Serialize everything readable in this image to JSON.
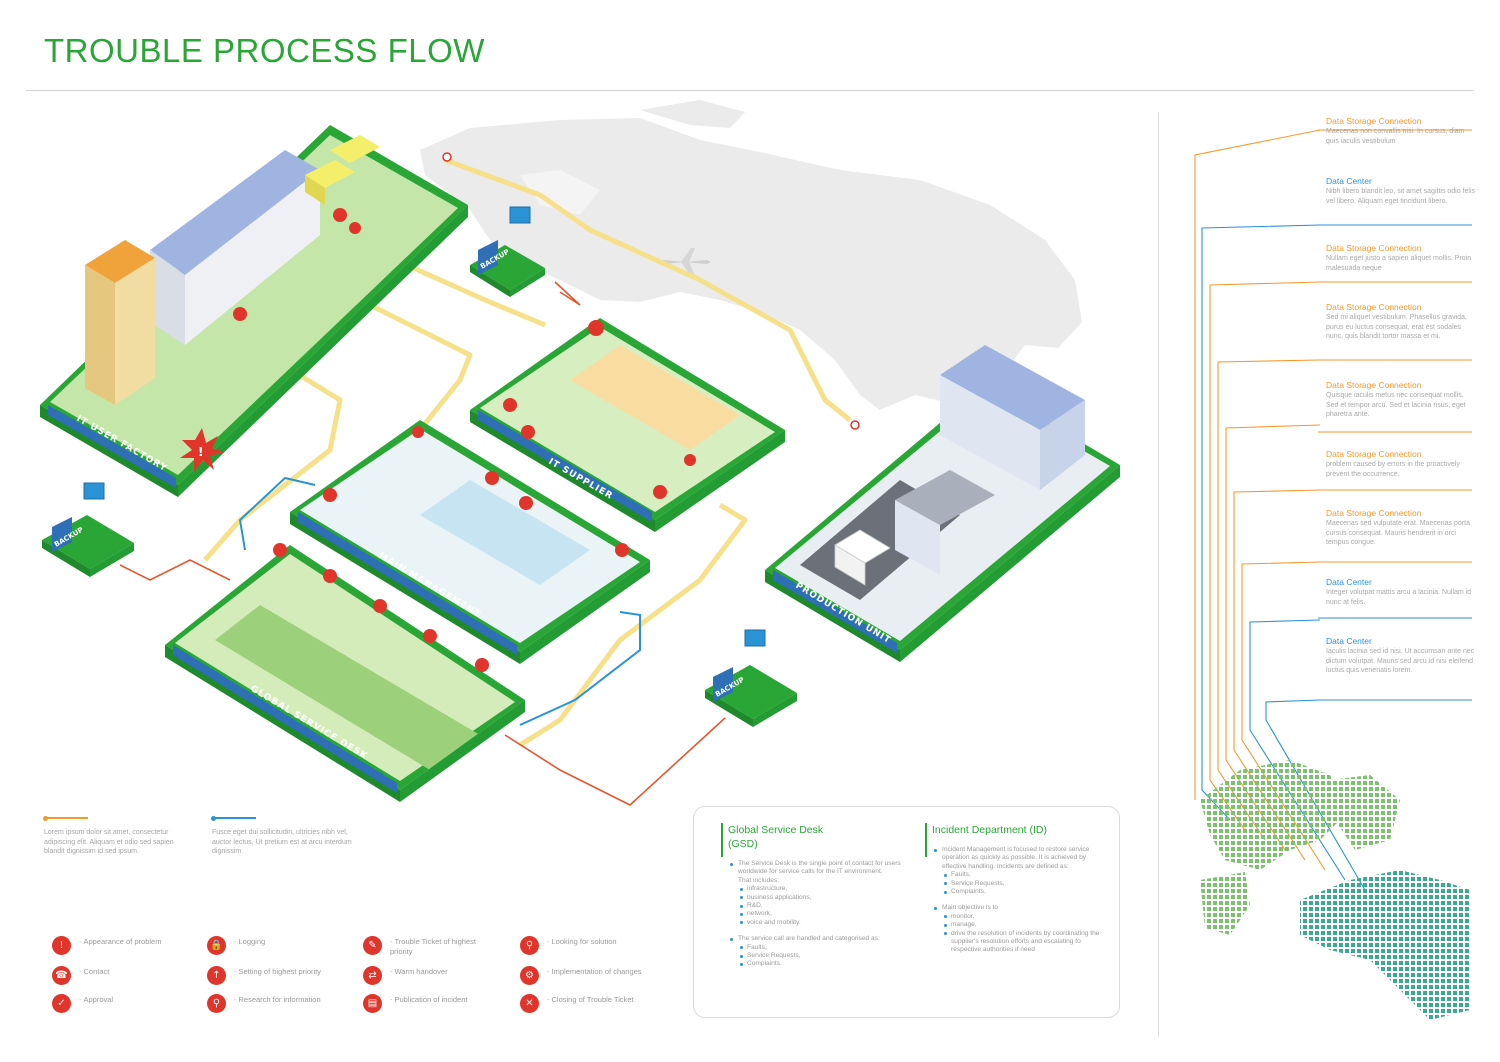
{
  "title": "TROUBLE PROCESS FLOW",
  "zones": {
    "user_factory": "IT USER FACTORY",
    "it_supplier": "IT SUPPLIER",
    "main_management": "MAIN MANAGEMENT",
    "global_service_desk": "GLOBAL SERVICE DESK",
    "production_unit": "PRODUCTION UNIT",
    "backup": "BACKUP"
  },
  "right_items": [
    {
      "title": "Data Storage Connection",
      "color": "#f39a2e",
      "desc": "Maecenas non convallis nisi. In cursus, diam quis iaculis vestibulum"
    },
    {
      "title": "Data Center",
      "color": "#2a93d5",
      "desc": "Nibh libero blandit leo, sit amet sagittis odio felis vel libero. Aliquam eget tincidunt libero."
    },
    {
      "title": "Data Storage Connection",
      "color": "#f39a2e",
      "desc": "Nullam eget justo a sapien aliquet mollis. Proin malesuada neque"
    },
    {
      "title": "Data Storage Connection",
      "color": "#f39a2e",
      "desc": "Sed mi aliquet vestibulum. Phasellus gravida, purus eu luctus consequat, erat est sodales nunc, quis blandit tortor massa et mi."
    },
    {
      "title": "Data Storage Connection",
      "color": "#f39a2e",
      "desc": "Quisque iaculis metus nec consequat mollis. Sed et tempor arcu. Sed et lacinia risus, eget pharetra ante."
    },
    {
      "title": "Data Storage Connection",
      "color": "#f39a2e",
      "desc": "problem caused by errors in the proactively prevent the occurrence."
    },
    {
      "title": "Data Storage Connection",
      "color": "#f39a2e",
      "desc": "Maecenas sed vulputate erat. Maecenas porta cursus consequat. Mauris hendrerit in orci tempus congue."
    },
    {
      "title": "Data Center",
      "color": "#2a93d5",
      "desc": "Integer volutpat mattis arcu a lacinia. Nullam id nunc at felis."
    },
    {
      "title": "Data Center",
      "color": "#2a93d5",
      "desc": "Iaculis lacinia sed id nisi. Ut accumsan ante nec dictum volutpat. Mauris sed arcu id nisi eleifend luctus quis venenatis lorem."
    }
  ],
  "notes": {
    "orange": "Lorem ipsum dolor sit amet, consectetur adipiscing elit. Aliquam et odio sed sapien blandit dignissim id sed ipsum.",
    "blue": "Fusce eget dui sollicitudin, ultricies nibh vel, auctor lectus. Ut pretium est at arcu interdum dignissim"
  },
  "legend": [
    {
      "icon": "burst-icon",
      "glyph": "!",
      "label": "Appearance of problem"
    },
    {
      "icon": "contact-icon",
      "glyph": "☎",
      "label": "Contact"
    },
    {
      "icon": "approval-icon",
      "glyph": "✓",
      "label": "Approval"
    },
    {
      "icon": "logging-icon",
      "glyph": "🔒",
      "label": "Logging"
    },
    {
      "icon": "priority-icon",
      "glyph": "↑",
      "label": "Setting of highest priority"
    },
    {
      "icon": "research-icon",
      "glyph": "⚲",
      "label": "Research for information"
    },
    {
      "icon": "ticket-icon",
      "glyph": "✎",
      "label": "Trouble Ticket of highest priority"
    },
    {
      "icon": "handover-icon",
      "glyph": "⇄",
      "label": "Warm handover"
    },
    {
      "icon": "publication-icon",
      "glyph": "▤",
      "label": "Publication of incident"
    },
    {
      "icon": "search-icon",
      "glyph": "⚲",
      "label": "Looking for solution"
    },
    {
      "icon": "gear-icon",
      "glyph": "⚙",
      "label": "Implementation of changes"
    },
    {
      "icon": "close-icon",
      "glyph": "✕",
      "label": "Closing of Trouble Ticket"
    }
  ],
  "gsd": {
    "heading": "Global Service Desk (GSD)",
    "intro": "The Service Desk is the single point of contact for users worldwide for service calls for the IT environment.",
    "includes_label": "That includes:",
    "includes": [
      "infrastructure,",
      "business applications,",
      "R&D,",
      "network,",
      "voice and mobility."
    ],
    "calls_intro": "The service call are handled and categorised as:",
    "calls": [
      "Faults,",
      "Service Requests,",
      "Complaints."
    ]
  },
  "id": {
    "heading": "Incident Department (ID)",
    "intro": "Incident Management is focused to restore service operation as quickly as possible. It is achieved by effective handling. Incidents are defined as:",
    "defs": [
      "Faults,",
      "Service Requests,",
      "Complaints."
    ],
    "objective_intro": "Main objective is to",
    "objectives": [
      "monitor,",
      "manage,",
      "drive the resolution of incidents by coordinating the supplier's resolution efforts and escalating to respective authorities if need"
    ]
  },
  "colors": {
    "green": "#2aa637",
    "orange": "#f39a2e",
    "blue": "#2a93d5",
    "red": "#e0352b",
    "yellow": "#f7e08a"
  }
}
